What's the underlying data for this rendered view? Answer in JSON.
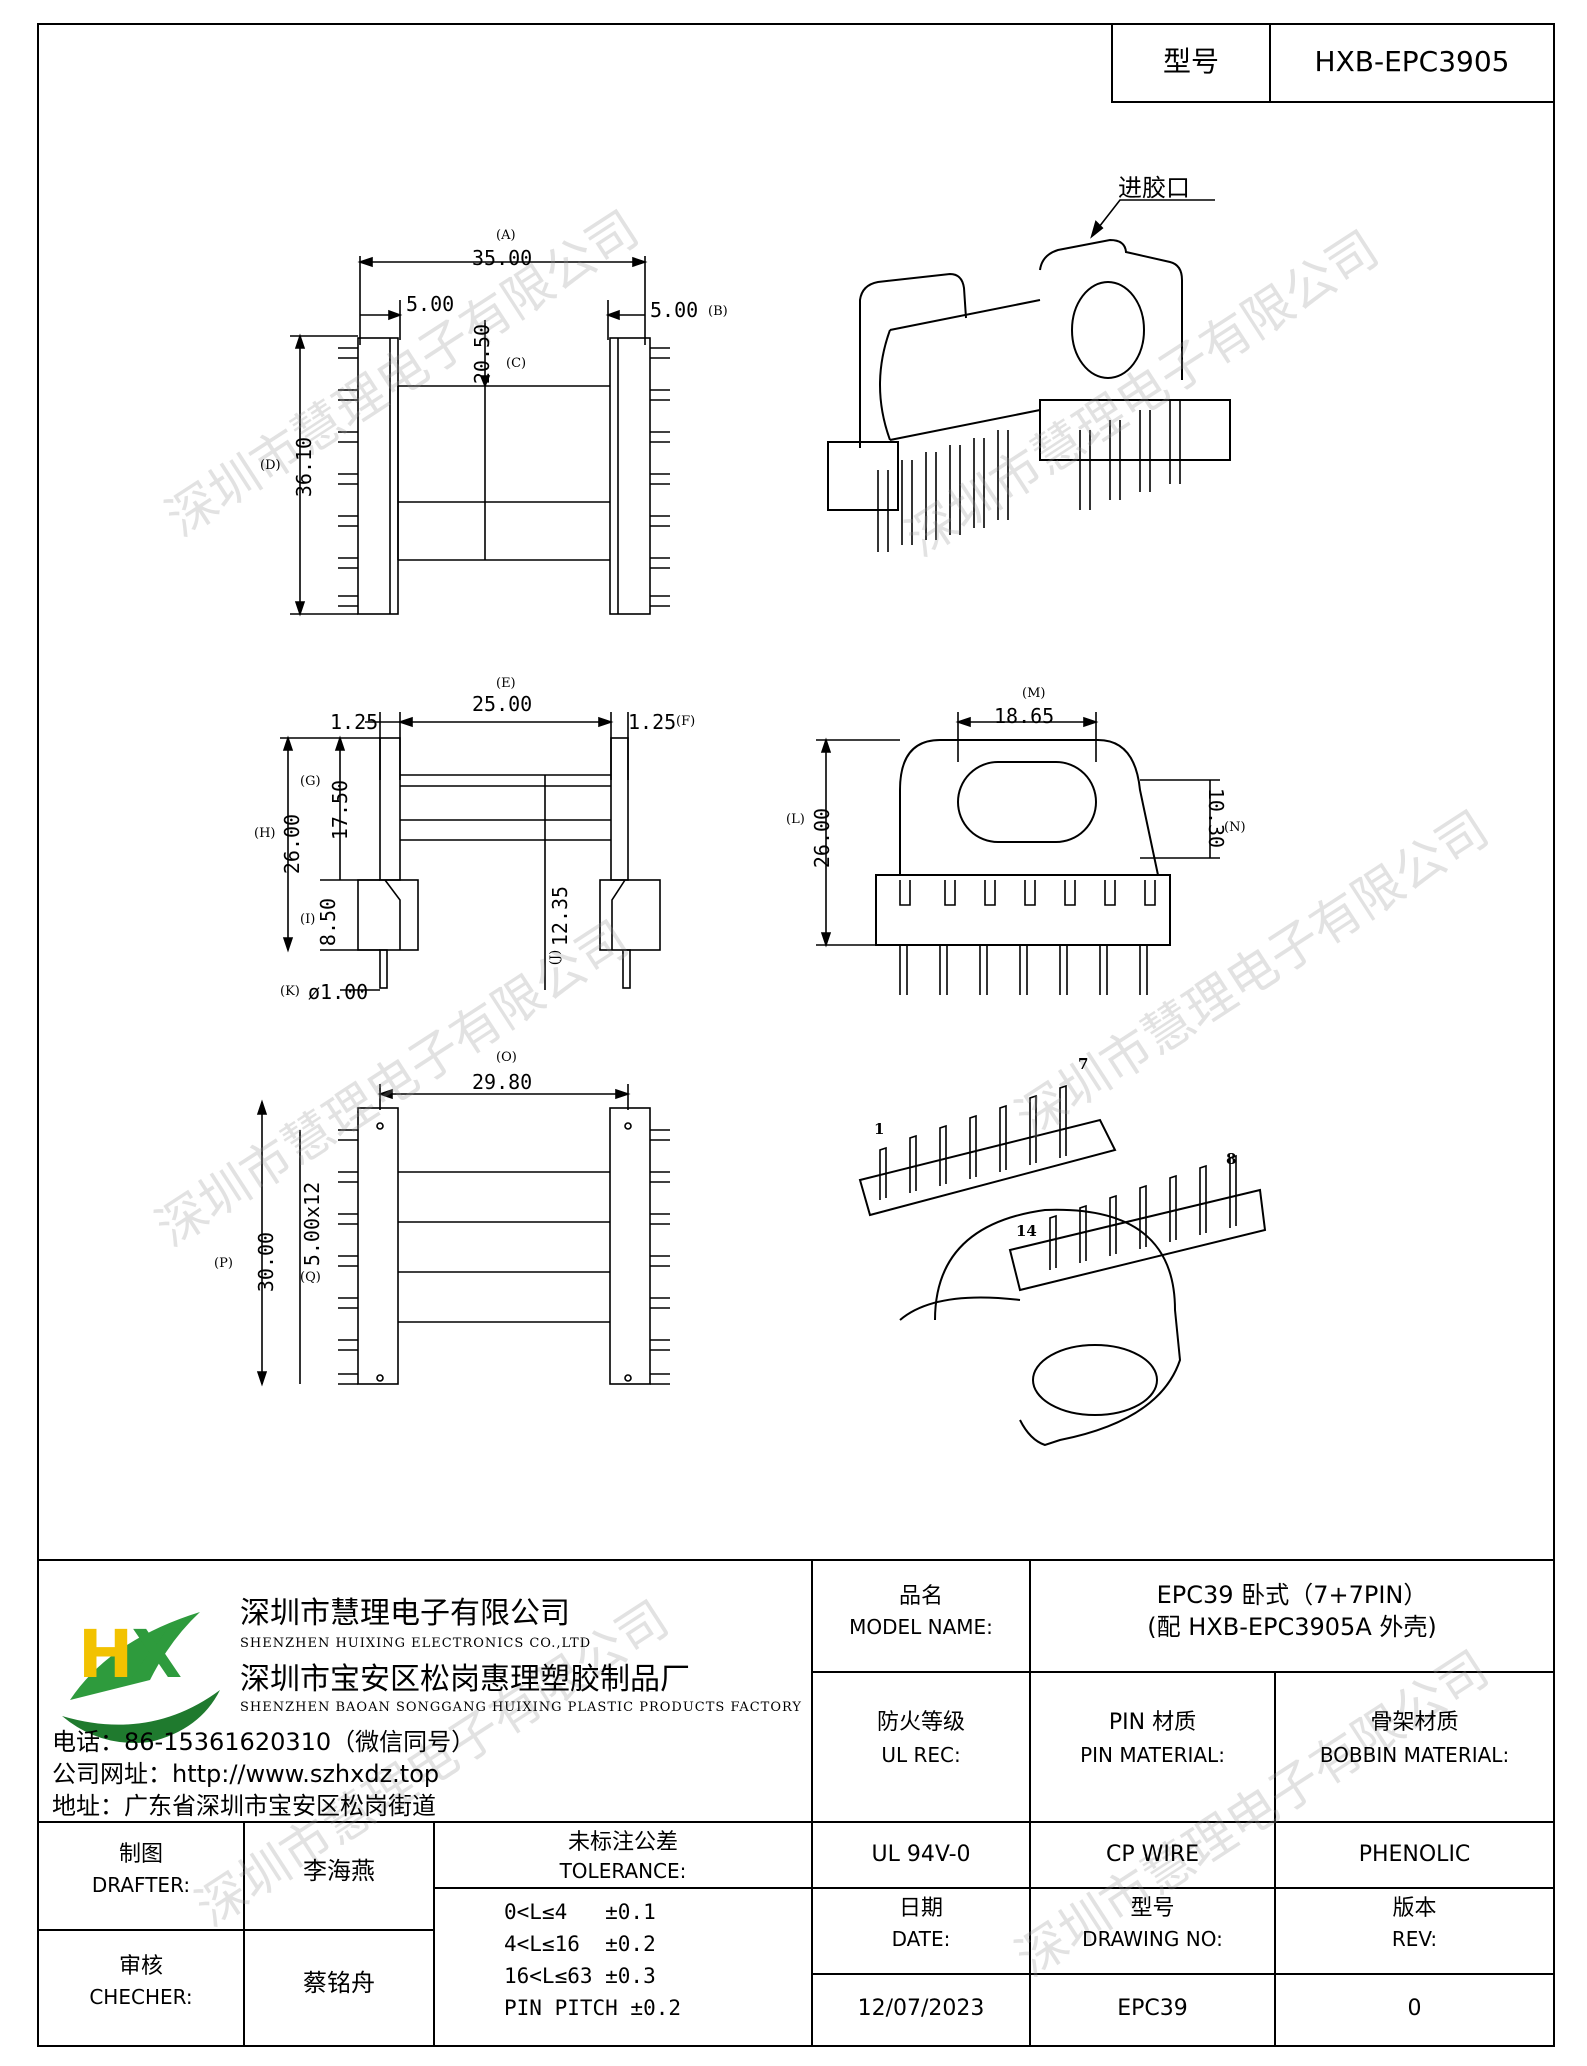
{
  "header": {
    "model_label": "型号",
    "model_value": "HXB-EPC3905"
  },
  "watermark": "深圳市慧理电子有限公司",
  "drawing": {
    "top_view": {
      "A_label": "(A)",
      "A_value": "35.00",
      "left_value": "5.00",
      "B_value": "5.00",
      "B_label": "(B)",
      "C_value": "20.50",
      "C_label": "(C)",
      "D_label": "(D)",
      "D_value": "36.10"
    },
    "iso_top": {
      "gate_label": "进胶口"
    },
    "side_view": {
      "E_label": "(E)",
      "E_value": "25.00",
      "left_value": "1.25",
      "F_value": "1.25",
      "F_label": "(F)",
      "G_label": "(G)",
      "G_value": "17.50",
      "H_label": "(H)",
      "H_value": "26.00",
      "I_label": "(I)",
      "I_value": "8.50",
      "J_value": "12.35",
      "J_label": "(J)",
      "K_label": "(K)",
      "K_value": "ø1.00"
    },
    "end_view": {
      "M_label": "(M)",
      "M_value": "18.65",
      "L_label": "(L)",
      "L_value": "26.00",
      "N_value": "10.30",
      "N_label": "(N)"
    },
    "bottom_view": {
      "O_label": "(O)",
      "O_value": "29.80",
      "P_label": "(P)",
      "P_value": "30.00",
      "Q_value": "5.00x12",
      "Q_label": "(Q)"
    },
    "iso_bottom": {
      "pin1": "1",
      "pin7": "7",
      "pin8": "8",
      "pin14": "14"
    }
  },
  "company": {
    "logo_letters": "HX",
    "name_cn": "深圳市慧理电子有限公司",
    "name_en": "SHENZHEN HUIXING ELECTRONICS CO.,LTD",
    "factory_cn": "深圳市宝安区松岗惠理塑胶制品厂",
    "factory_en": "SHENZHEN BAOAN SONGGANG HUIXING PLASTIC PRODUCTS FACTORY",
    "phone": "电话：86-15361620310（微信同号）",
    "website": "公司网址：http://www.szhxdz.top",
    "address": "地址：广东省深圳市宝安区松岗街道"
  },
  "title_block": {
    "model_name_cn": "品名",
    "model_name_en": "MODEL NAME:",
    "model_name_value1": "EPC39 卧式（7+7PIN）",
    "model_name_value2": "(配 HXB-EPC3905A 外壳)",
    "ul_cn": "防火等级",
    "ul_en": "UL REC:",
    "pin_mat_cn": "PIN 材质",
    "pin_mat_en": "PIN MATERIAL:",
    "bobbin_cn": "骨架材质",
    "bobbin_en": "BOBBIN MATERIAL:",
    "ul_value": "UL 94V-0",
    "pin_value": "CP WIRE",
    "bobbin_value": "PHENOLIC",
    "date_cn": "日期",
    "date_en": "DATE:",
    "dwg_cn": "型号",
    "dwg_en": "DRAWING NO:",
    "rev_cn": "版本",
    "rev_en": "REV:",
    "date_value": "12/07/2023",
    "dwg_value": "EPC39",
    "rev_value": "0",
    "drafter_cn": "制图",
    "drafter_en": "DRAFTER:",
    "drafter_value": "李海燕",
    "checker_cn": "审核",
    "checker_en": "CHECHER:",
    "checker_value": "蔡铭舟",
    "tol_cn": "未标注公差",
    "tol_en": "TOLERANCE:",
    "tol_lines": [
      "0<L≤4   ±0.1",
      "4<L≤16  ±0.2",
      "16<L≤63 ±0.3",
      "PIN PITCH ±0.2"
    ]
  }
}
